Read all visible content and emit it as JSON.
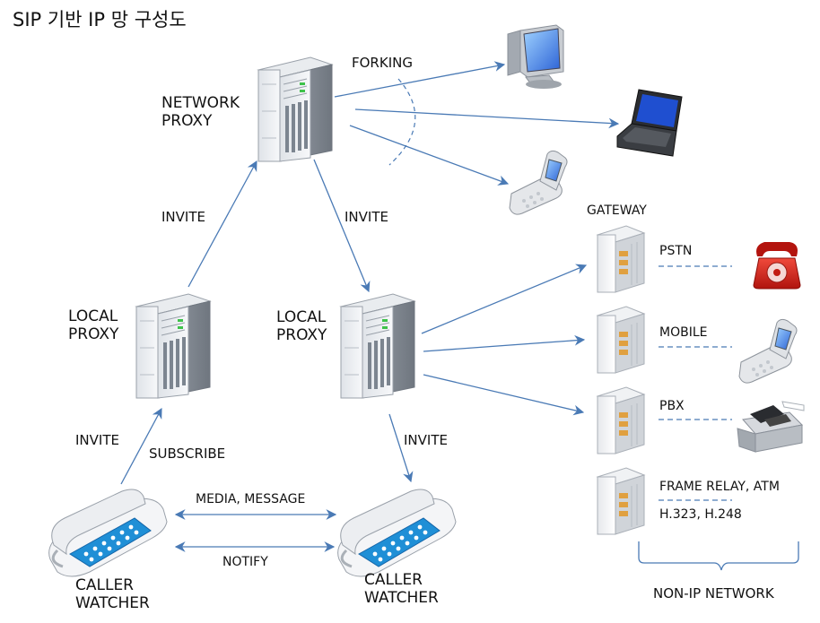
{
  "title": "SIP 기반 IP 망 구성도",
  "nodes": {
    "network_proxy": "NETWORK\nPROXY",
    "local_proxy_left": "LOCAL\nPROXY",
    "local_proxy_right": "LOCAL\nPROXY",
    "caller_left": "CALLER\nWATCHER",
    "caller_right": "CALLER\nWATCHER"
  },
  "edges": {
    "forking": "FORKING",
    "invite_left_up": "INVITE",
    "invite_down": "INVITE",
    "invite_caller_left": "INVITE",
    "subscribe": "SUBSCRIBE",
    "invite_caller_right": "INVITE",
    "media_message": "MEDIA, MESSAGE",
    "notify": "NOTIFY"
  },
  "gateway": {
    "title": "GATEWAY",
    "items": [
      "PSTN",
      "MOBILE",
      "PBX",
      "FRAME RELAY, ATM"
    ],
    "protocols": "H.323, H.248"
  },
  "non_ip_label": "NON-IP NETWORK",
  "colors": {
    "arrow": "#4a7ab5",
    "text": "#111111",
    "server_light": "#f2f4f7",
    "server_dark": "#8f96a0",
    "gateway_tag": "#e0a040",
    "red_phone": "#d9221a",
    "phone_keypad": "#2196d8",
    "screen_blue": "#2d63d6"
  },
  "icons": [
    "server-icon",
    "monitor-icon",
    "laptop-icon",
    "flip-phone-icon",
    "gateway-icon",
    "red-telephone-icon",
    "fax-icon",
    "desk-phone-icon"
  ]
}
